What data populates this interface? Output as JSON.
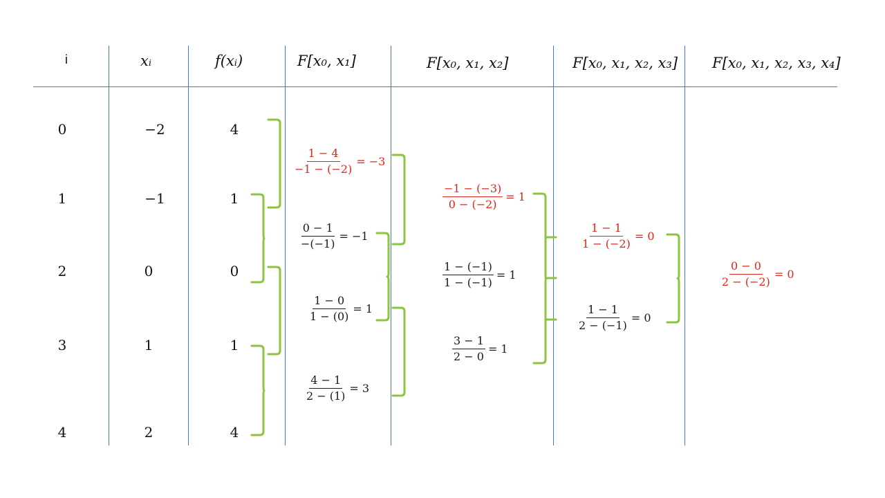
{
  "colors": {
    "grid": "#4a76b8",
    "brace": "#8cc43f",
    "highlight": "#e2231a",
    "text": "#1a1a1a"
  },
  "headers": {
    "i": "i",
    "x": "xᵢ",
    "fx": "f(xᵢ)",
    "f01": "F[x₀, x₁]",
    "f012": "F[x₀, x₁, x₂]",
    "f0123": "F[x₀, x₁, x₂, x₃]",
    "f01234": "F[x₀, x₁, x₂, x₃, x₄]"
  },
  "rows": [
    {
      "i": "0",
      "x": "−2",
      "fx": "4"
    },
    {
      "i": "1",
      "x": "−1",
      "fx": "1"
    },
    {
      "i": "2",
      "x": "0",
      "fx": "0"
    },
    {
      "i": "3",
      "x": "1",
      "fx": "1"
    },
    {
      "i": "4",
      "x": "2",
      "fx": "4"
    }
  ],
  "first_differences": [
    {
      "num": "1 − 4",
      "den": "−1 − (−2)",
      "result": "= −3",
      "highlight": true
    },
    {
      "num": "0 − 1",
      "den": "−(−1)",
      "result": "= −1",
      "highlight": false
    },
    {
      "num": "1 − 0",
      "den": "1 − (0)",
      "result": "= 1",
      "highlight": false
    },
    {
      "num": "4 − 1",
      "den": "2 − (1)",
      "result": "= 3",
      "highlight": false
    }
  ],
  "second_differences": [
    {
      "num": "−1 − (−3)",
      "den": "0 − (−2)",
      "result": "= 1",
      "highlight": true
    },
    {
      "num": "1 − (−1)",
      "den": "1 − (−1)",
      "result": "= 1",
      "highlight": false
    },
    {
      "num": "3 − 1",
      "den": "2 − 0",
      "result": "= 1",
      "highlight": false
    }
  ],
  "third_differences": [
    {
      "num": "1 − 1",
      "den": "1 − (−2)",
      "result": "= 0",
      "highlight": true
    },
    {
      "num": "1 − 1",
      "den": "2 − (−1)",
      "result": "= 0",
      "highlight": false
    }
  ],
  "fourth_differences": [
    {
      "num": "0 − 0",
      "den": "2 − (−2)",
      "result": "= 0",
      "highlight": true
    }
  ]
}
